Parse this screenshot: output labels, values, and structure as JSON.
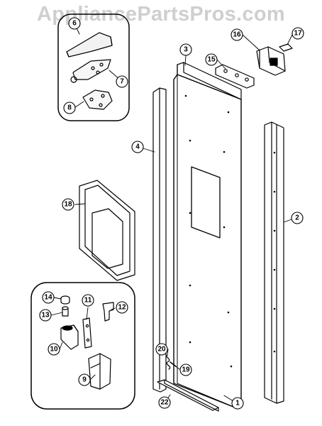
{
  "watermark": "AppliancePartsPros.com",
  "callouts": [
    "1",
    "2",
    "3",
    "4",
    "6",
    "7",
    "8",
    "9",
    "10",
    "11",
    "12",
    "13",
    "14",
    "15",
    "16",
    "17",
    "18",
    "19",
    "20",
    "22"
  ]
}
